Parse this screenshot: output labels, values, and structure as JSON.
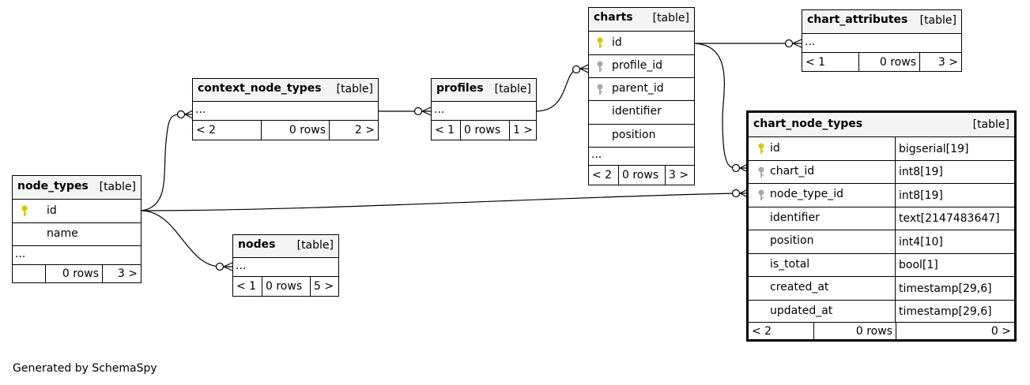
{
  "footer": "Generated by SchemaSpy",
  "type_label": "[table]",
  "ellipsis": "...",
  "colors": {
    "primary_key": "#d4c800",
    "foreign_key": "#a8a8a8",
    "header_bg": "#f4f4f4"
  },
  "tables": {
    "node_types": {
      "name": "node_types",
      "columns": [
        {
          "name": "id",
          "key": "primary-key-icon"
        },
        {
          "name": "name",
          "key": ""
        }
      ],
      "footer": {
        "left": "",
        "rows": "0 rows",
        "right": "3 >"
      }
    },
    "context_node_types": {
      "name": "context_node_types",
      "footer": {
        "left": "< 2",
        "rows": "0 rows",
        "right": "2 >"
      }
    },
    "profiles": {
      "name": "profiles",
      "footer": {
        "left": "< 1",
        "rows": "0 rows",
        "right": "1 >"
      }
    },
    "nodes": {
      "name": "nodes",
      "footer": {
        "left": "< 1",
        "rows": "0 rows",
        "right": "5 >"
      }
    },
    "charts": {
      "name": "charts",
      "columns": [
        {
          "name": "id",
          "key": "primary-key-icon"
        },
        {
          "name": "profile_id",
          "key": "foreign-key-icon"
        },
        {
          "name": "parent_id",
          "key": "foreign-key-icon"
        },
        {
          "name": "identifier",
          "key": ""
        },
        {
          "name": "position",
          "key": ""
        }
      ],
      "footer": {
        "left": "< 2",
        "rows": "0 rows",
        "right": "3 >"
      }
    },
    "chart_attributes": {
      "name": "chart_attributes",
      "footer": {
        "left": "< 1",
        "rows": "0 rows",
        "right": "3 >"
      }
    },
    "chart_node_types": {
      "name": "chart_node_types",
      "columns": [
        {
          "name": "id",
          "type": "bigserial[19]",
          "key": "primary-key-icon"
        },
        {
          "name": "chart_id",
          "type": "int8[19]",
          "key": "foreign-key-icon"
        },
        {
          "name": "node_type_id",
          "type": "int8[19]",
          "key": "foreign-key-icon"
        },
        {
          "name": "identifier",
          "type": "text[2147483647]",
          "key": ""
        },
        {
          "name": "position",
          "type": "int4[10]",
          "key": ""
        },
        {
          "name": "is_total",
          "type": "bool[1]",
          "key": ""
        },
        {
          "name": "created_at",
          "type": "timestamp[29,6]",
          "key": ""
        },
        {
          "name": "updated_at",
          "type": "timestamp[29,6]",
          "key": ""
        }
      ],
      "footer": {
        "left": "< 2",
        "rows": "0 rows",
        "right": "0 >"
      }
    }
  }
}
